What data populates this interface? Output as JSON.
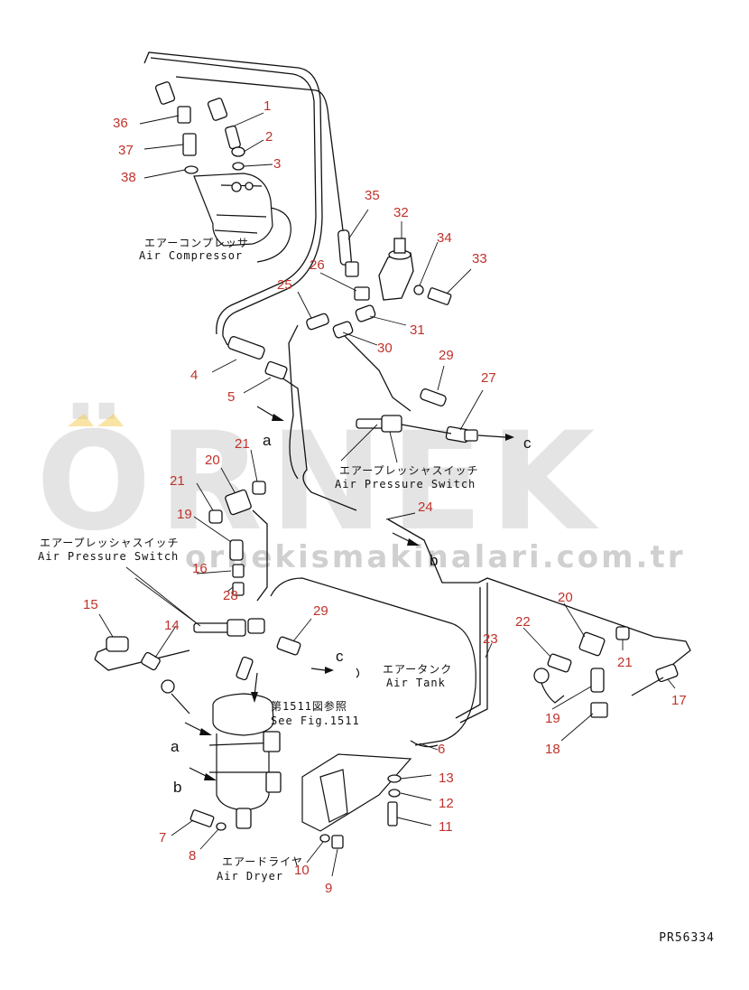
{
  "watermark": {
    "brand": "ÖRNEK",
    "site": "ornekismakinalari.com.tr"
  },
  "labels": {
    "air_compressor_jp": "エアーコンプレッサ",
    "air_compressor_en": "Air Compressor",
    "air_pressure_switch_1_jp": "エアープレッシャスイッチ",
    "air_pressure_switch_1_en": "Air Pressure Switch",
    "air_pressure_switch_2_jp": "エアープレッシャスイッチ",
    "air_pressure_switch_2_en": "Air Pressure Switch",
    "air_tank_jp": "エアータンク",
    "air_tank_en": "Air Tank",
    "air_dryer_jp": "エアードライヤ",
    "air_dryer_en": "Air Dryer",
    "see_fig_jp": "第1511図参照",
    "see_fig_en": "See Fig.1511"
  },
  "connections": {
    "a1": "a",
    "a2": "a",
    "b1": "b",
    "b2": "b",
    "c1": "c",
    "c2": "c"
  },
  "drawing_code": "PR56334",
  "part_numbers": [
    "1",
    "2",
    "3",
    "4",
    "5",
    "6",
    "7",
    "8",
    "9",
    "10",
    "11",
    "12",
    "13",
    "14",
    "15",
    "16",
    "17",
    "18",
    "19",
    "19",
    "20",
    "20",
    "21",
    "21",
    "21",
    "22",
    "23",
    "24",
    "25",
    "26",
    "27",
    "28",
    "29",
    "29",
    "30",
    "31",
    "32",
    "33",
    "34",
    "35",
    "36",
    "37",
    "38"
  ],
  "colors": {
    "part_number": "#c0322b",
    "line": "#111111",
    "watermark": "#cfcfcf",
    "watermark_accent": "#f2c94c"
  }
}
